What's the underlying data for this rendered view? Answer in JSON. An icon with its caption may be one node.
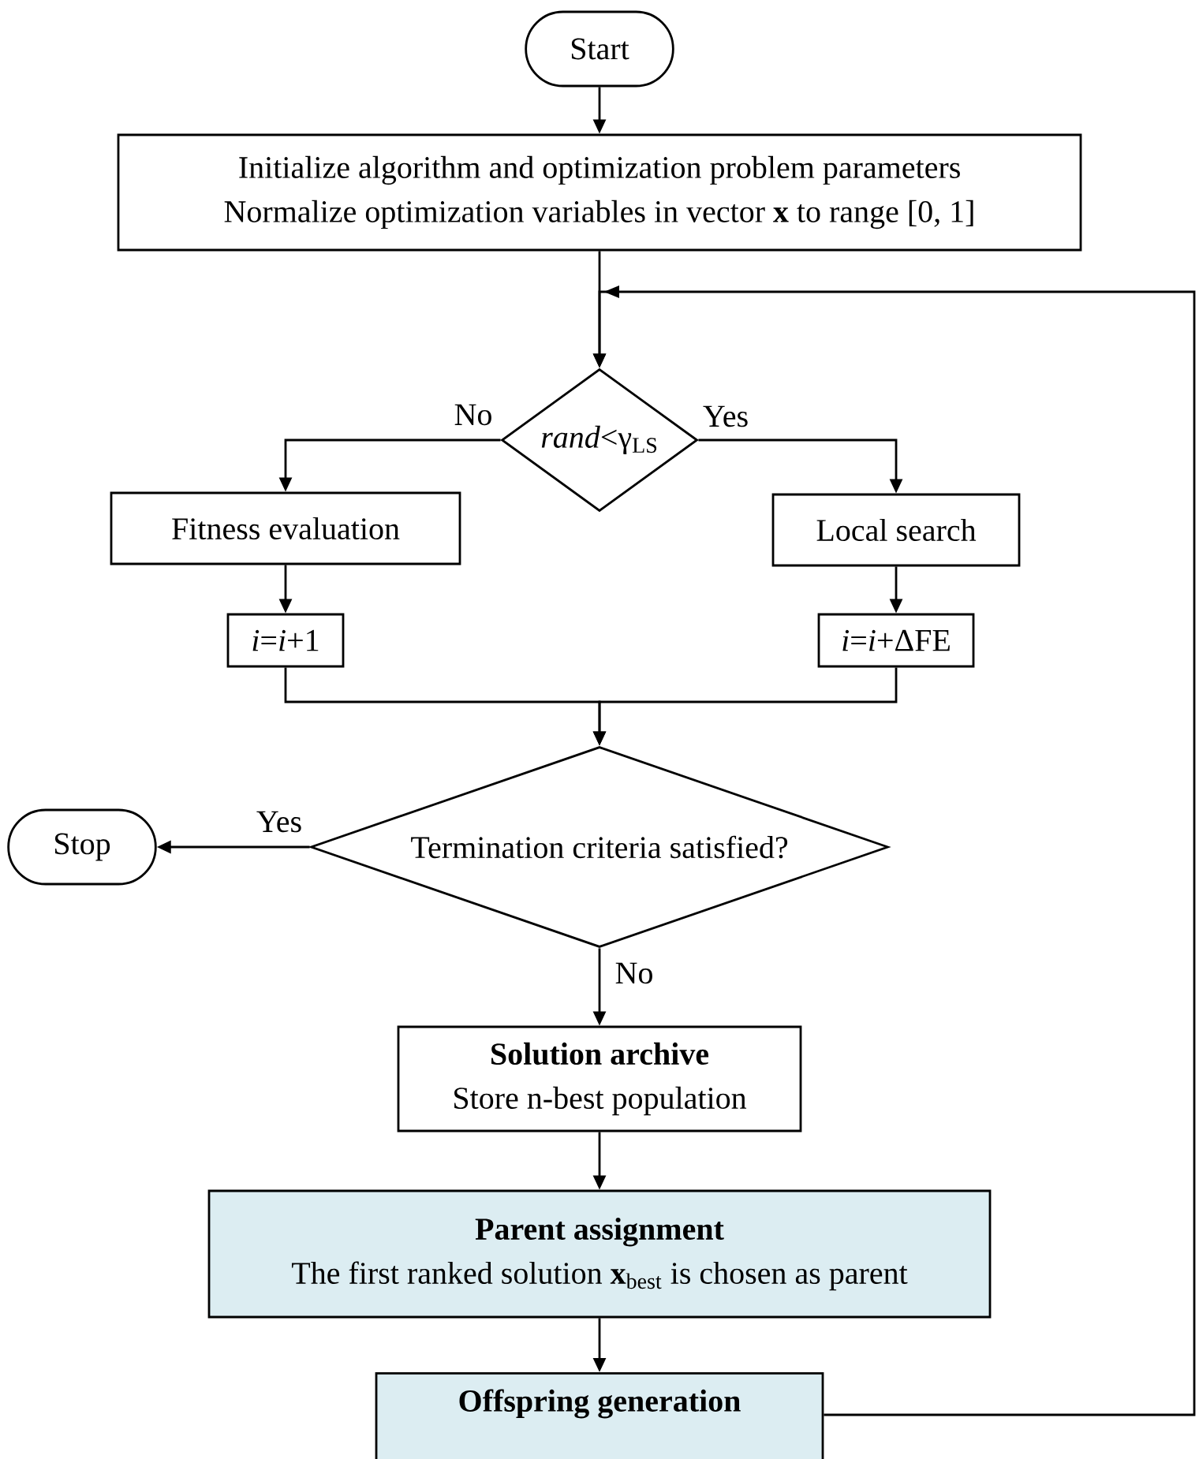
{
  "diagram": {
    "nodes": [
      {
        "text": [
          "Start"
        ]
      },
      {
        "text": [
          "Initialize algorithm and optimization problem parameters",
          "Normalize optimization variables in vector **x** to range [0, 1]"
        ]
      },
      {
        "text": [
          "*rand*<γ$_{LS}$"
        ]
      },
      {
        "text": [
          "Fitness evaluation"
        ]
      },
      {
        "text": [
          "Local search"
        ]
      },
      {
        "text": [
          "*i*=*i*+1"
        ]
      },
      {
        "text": [
          "*i*=*i*+ΔFE"
        ]
      },
      {
        "text": [
          "Termination criteria satisfied?"
        ]
      },
      {
        "text": [
          "Stop"
        ]
      },
      {
        "text": [
          "Solution archive",
          "Store n-best population"
        ]
      },
      {
        "text": [
          "Parent assignment",
          "The first ranked solution **x**$_{best}$ is chosen as parent"
        ]
      },
      {
        "text": [
          "Offspring generation"
        ]
      }
    ],
    "edges": [
      {
        "from": 0,
        "to": 1,
        "arrow": "to"
      },
      {
        "from": 1,
        "to": 2,
        "arrow": "to"
      },
      {
        "from": 2,
        "to": 3,
        "arrow": "to",
        "label": "No"
      },
      {
        "from": 2,
        "to": 4,
        "arrow": "to",
        "label": "Yes"
      },
      {
        "from": 3,
        "to": 5,
        "arrow": "to"
      },
      {
        "from": 4,
        "to": 6,
        "arrow": "to"
      },
      {
        "from": 5,
        "to": 7,
        "arrow": "to"
      },
      {
        "from": 6,
        "to": 7,
        "arrow": "to"
      },
      {
        "from": 7,
        "to": 8,
        "arrow": "to",
        "label": "Yes"
      },
      {
        "from": 7,
        "to": 9,
        "arrow": "to",
        "label": "No"
      },
      {
        "from": 9,
        "to": 10,
        "arrow": "to"
      },
      {
        "from": 10,
        "to": 11,
        "arrow": "to"
      },
      {
        "from": 11,
        "to": 2,
        "arrow": "to"
      }
    ]
  }
}
